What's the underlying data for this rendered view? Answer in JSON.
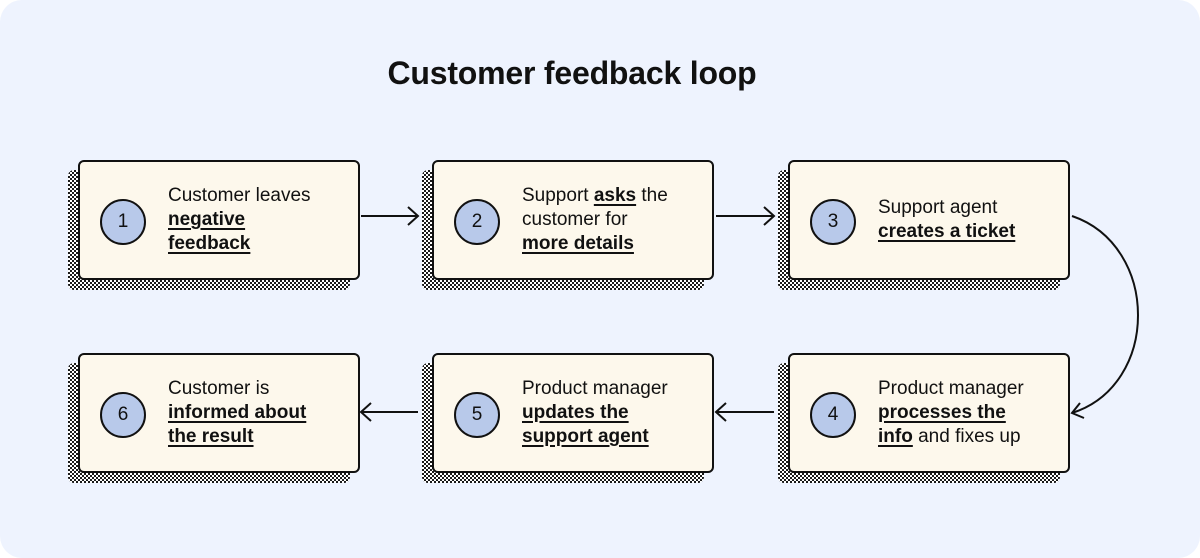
{
  "title": "Customer feedback loop",
  "steps": [
    {
      "number": "1",
      "lines": [
        [
          {
            "text": "Customer leaves"
          }
        ],
        [
          {
            "text": "negative",
            "bold": true
          }
        ],
        [
          {
            "text": "feedback",
            "bold": true
          }
        ]
      ]
    },
    {
      "number": "2",
      "lines": [
        [
          {
            "text": "Support "
          },
          {
            "text": "asks",
            "bold": true
          },
          {
            "text": " the"
          }
        ],
        [
          {
            "text": "customer for"
          }
        ],
        [
          {
            "text": "more details",
            "bold": true
          }
        ]
      ]
    },
    {
      "number": "3",
      "lines": [
        [
          {
            "text": "Support agent"
          }
        ],
        [
          {
            "text": "creates a ticket",
            "bold": true
          }
        ]
      ]
    },
    {
      "number": "4",
      "lines": [
        [
          {
            "text": "Product manager"
          }
        ],
        [
          {
            "text": "processes the",
            "bold": true
          }
        ],
        [
          {
            "text": "info",
            "bold": true
          },
          {
            "text": " and fixes up"
          }
        ]
      ]
    },
    {
      "number": "5",
      "lines": [
        [
          {
            "text": "Product manager"
          }
        ],
        [
          {
            "text": "updates the",
            "bold": true
          }
        ],
        [
          {
            "text": "support agent",
            "bold": true
          }
        ]
      ]
    },
    {
      "number": "6",
      "lines": [
        [
          {
            "text": "Customer is"
          }
        ],
        [
          {
            "text": "informed about",
            "bold": true
          }
        ],
        [
          {
            "text": "the result",
            "bold": true
          }
        ]
      ]
    }
  ],
  "colors": {
    "background": "#eef3fe",
    "card": "#fdf8ec",
    "circle": "#b8c9ea",
    "ink": "#111111"
  }
}
